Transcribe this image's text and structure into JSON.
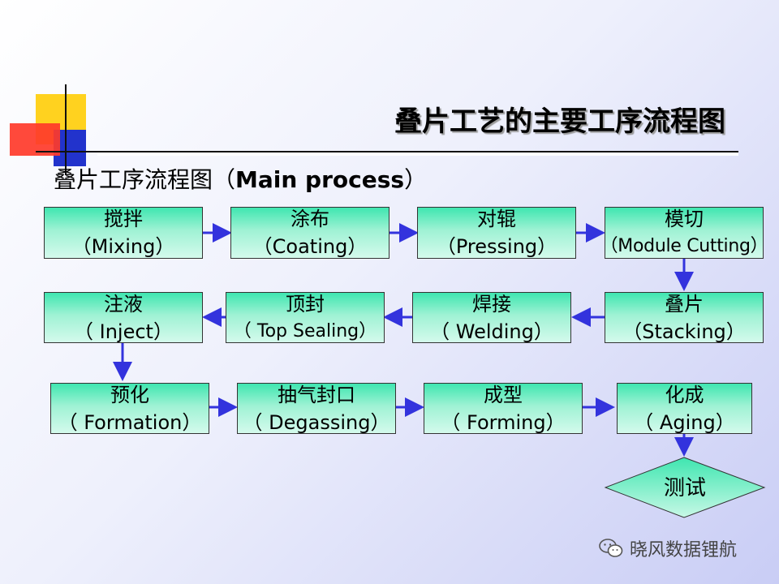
{
  "title": "叠片工艺的主要工序流程图",
  "subtitle": {
    "cn": "叠片工序流程图（",
    "en": "Main process",
    "close": "）"
  },
  "steps": [
    {
      "cn": "搅拌",
      "en": "（Mixing）"
    },
    {
      "cn": "涂布",
      "en": "（Coating）"
    },
    {
      "cn": "对辊",
      "en": "（Pressing）"
    },
    {
      "cn": "模切",
      "en": "（Module Cutting）"
    },
    {
      "cn": "注液",
      "en": "（ Inject）"
    },
    {
      "cn": "顶封",
      "en": "（ Top Sealing）"
    },
    {
      "cn": "焊接",
      "en": "（ Welding）"
    },
    {
      "cn": "叠片",
      "en": "（Stacking）"
    },
    {
      "cn": "预化",
      "en": "（ Formation）"
    },
    {
      "cn": "抽气封口",
      "en": "（ Degassing）"
    },
    {
      "cn": "成型",
      "en": "（ Forming）"
    },
    {
      "cn": "化成",
      "en": "（ Aging）"
    }
  ],
  "final_step": "测试",
  "watermark": "晓风数据锂航",
  "colors": {
    "box_top": "#3fe6b0",
    "arrow": "#3333dd",
    "diamond": "#5cebb8"
  }
}
